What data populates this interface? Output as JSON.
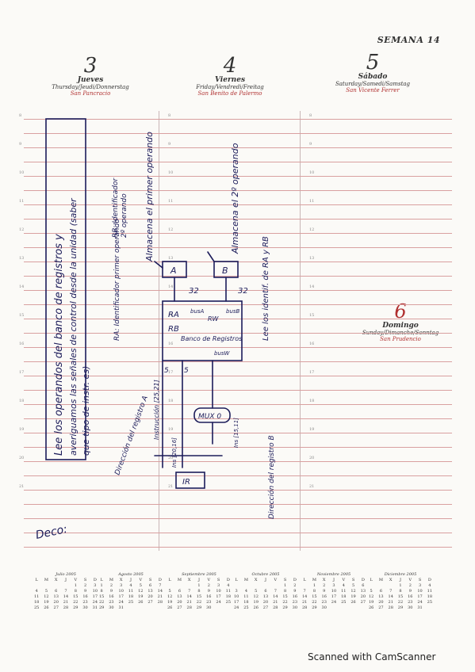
{
  "header": {
    "week_label": "SEMANA 14"
  },
  "days": [
    {
      "num": "3",
      "name": "Jueves",
      "multi": "Thursday/Jeudi/Donnerstag",
      "saint": "San Pancracio"
    },
    {
      "num": "4",
      "name": "Viernes",
      "multi": "Friday/Vendredi/Freitag",
      "saint": "San Benito de Palermo"
    },
    {
      "num": "5",
      "name": "Sábado",
      "multi": "Saturday/Samedi/Samstag",
      "saint": "San Vicente Ferrer"
    },
    {
      "num": "6",
      "name": "Domingo",
      "multi": "Sunday/Dimanche/Sonntag",
      "saint": "San Prudencio"
    }
  ],
  "hours": [
    "8",
    "9",
    "10",
    "11",
    "12",
    "13",
    "14",
    "15",
    "16",
    "17",
    "18",
    "19",
    "20",
    "21"
  ],
  "handwriting": {
    "box_note_line1": "Lee los operandos del banco de registros y",
    "box_note_line2": "averiguamos las señales de control desde la unidad (saber",
    "box_note_line3": "que tipo de instr. es)",
    "ra_label": "RA: Identificador primer operando",
    "rb_label": "RB: Identificador",
    "rb_label2": "2º operando",
    "store_first": "Almacena el primer operando",
    "store_second": "Almacena el 2º operando",
    "reads_ids": "Lee los identif. de RA y RB",
    "bank_ra": "RA",
    "bank_rb": "RB",
    "bank_name": "Banco de Registros",
    "bank_rw": "RW",
    "busa": "busA",
    "busb": "busB",
    "busw": "busW",
    "width_32a": "32",
    "width_32b": "32",
    "width_5a": "5",
    "width_5b": "5",
    "reg_a": "A",
    "reg_b": "B",
    "mux": "MUX 0",
    "instr_1": "Instrucción [25,21]",
    "instr_2": "Ins [20,16]",
    "instr_3": "Ins [15,11]",
    "dir_reg_a": "Dirección del registro A",
    "dir_reg_b": "Dirección del registro B",
    "ir_label": "IR",
    "deco": "Deco:"
  },
  "calendars": [
    {
      "title": "Julio 2005",
      "dow": [
        "L",
        "M",
        "X",
        "J",
        "V",
        "S",
        "D"
      ],
      "rows": [
        [
          "",
          "",
          "",
          "",
          "1",
          "2",
          "3"
        ],
        [
          "4",
          "5",
          "6",
          "7",
          "8",
          "9",
          "10"
        ],
        [
          "11",
          "12",
          "13",
          "14",
          "15",
          "16",
          "17"
        ],
        [
          "18",
          "19",
          "20",
          "21",
          "22",
          "23",
          "24"
        ],
        [
          "25",
          "26",
          "27",
          "28",
          "29",
          "30",
          "31"
        ]
      ]
    },
    {
      "title": "Agosto 2005",
      "dow": [
        "L",
        "M",
        "X",
        "J",
        "V",
        "S",
        "D"
      ],
      "rows": [
        [
          "1",
          "2",
          "3",
          "4",
          "5",
          "6",
          "7"
        ],
        [
          "8",
          "9",
          "10",
          "11",
          "12",
          "13",
          "14"
        ],
        [
          "15",
          "16",
          "17",
          "18",
          "19",
          "20",
          "21"
        ],
        [
          "22",
          "23",
          "24",
          "25",
          "26",
          "27",
          "28"
        ],
        [
          "29",
          "30",
          "31",
          "",
          "",
          "",
          ""
        ]
      ]
    },
    {
      "title": "Septiembre 2005",
      "dow": [
        "L",
        "M",
        "X",
        "J",
        "V",
        "S",
        "D"
      ],
      "rows": [
        [
          "",
          "",
          "",
          "1",
          "2",
          "3",
          "4"
        ],
        [
          "5",
          "6",
          "7",
          "8",
          "9",
          "10",
          "11"
        ],
        [
          "12",
          "13",
          "14",
          "15",
          "16",
          "17",
          "18"
        ],
        [
          "19",
          "20",
          "21",
          "22",
          "23",
          "24",
          "25"
        ],
        [
          "26",
          "27",
          "28",
          "29",
          "30",
          "",
          ""
        ]
      ]
    },
    {
      "title": "Octubre 2005",
      "dow": [
        "L",
        "M",
        "X",
        "J",
        "V",
        "S",
        "D"
      ],
      "rows": [
        [
          "",
          "",
          "",
          "",
          "",
          "1",
          "2"
        ],
        [
          "3",
          "4",
          "5",
          "6",
          "7",
          "8",
          "9"
        ],
        [
          "10",
          "11",
          "12",
          "13",
          "14",
          "15",
          "16"
        ],
        [
          "17",
          "18",
          "19",
          "20",
          "21",
          "22",
          "23"
        ],
        [
          "24",
          "25",
          "26",
          "27",
          "28",
          "29",
          "30"
        ]
      ]
    },
    {
      "title": "Noviembre 2005",
      "dow": [
        "L",
        "M",
        "X",
        "J",
        "V",
        "S",
        "D"
      ],
      "rows": [
        [
          "",
          "1",
          "2",
          "3",
          "4",
          "5",
          "6"
        ],
        [
          "7",
          "8",
          "9",
          "10",
          "11",
          "12",
          "13"
        ],
        [
          "14",
          "15",
          "16",
          "17",
          "18",
          "19",
          "20"
        ],
        [
          "21",
          "22",
          "23",
          "24",
          "25",
          "26",
          "27"
        ],
        [
          "28",
          "29",
          "30",
          "",
          "",
          "",
          ""
        ]
      ]
    },
    {
      "title": "Diciembre 2005",
      "dow": [
        "L",
        "M",
        "X",
        "J",
        "V",
        "S",
        "D"
      ],
      "rows": [
        [
          "",
          "",
          "",
          "1",
          "2",
          "3",
          "4"
        ],
        [
          "5",
          "6",
          "7",
          "8",
          "9",
          "10",
          "11"
        ],
        [
          "12",
          "13",
          "14",
          "15",
          "16",
          "17",
          "18"
        ],
        [
          "19",
          "20",
          "21",
          "22",
          "23",
          "24",
          "25"
        ],
        [
          "26",
          "27",
          "28",
          "29",
          "30",
          "31",
          ""
        ]
      ]
    }
  ],
  "footer": {
    "scanner": "Scanned with CamScanner"
  }
}
